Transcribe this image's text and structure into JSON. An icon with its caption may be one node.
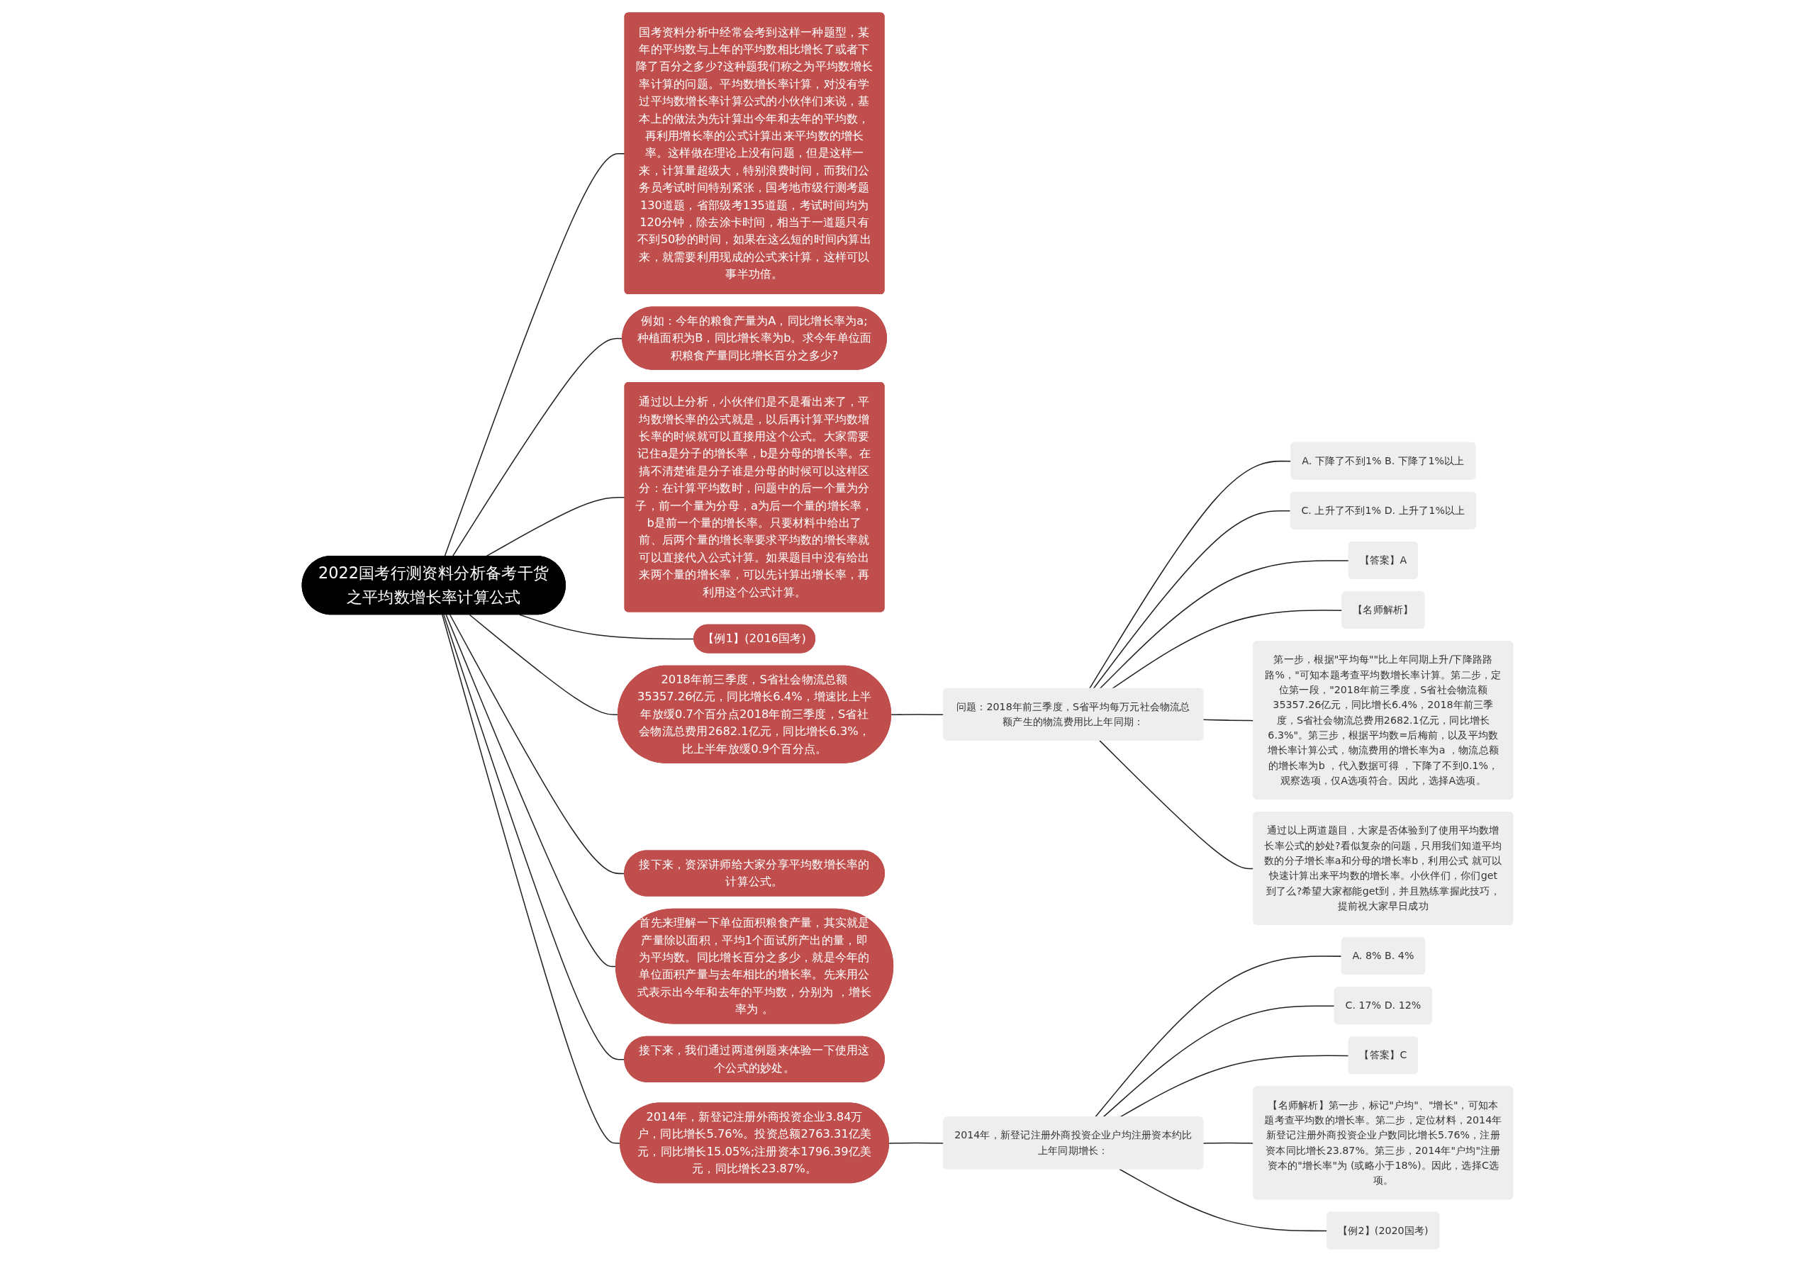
{
  "diagram": {
    "nodes": [
      {
        "text": [
          "2022国考行测资料分析备考干货之平均数增长率计算公式"
        ]
      },
      {
        "text": [
          "国考资料分析中经常会考到这样一种题型，某年的平均数与上年的平均数相比增长了或者下降了百分之多少?这种题我们称之为平均数增长率计算的问题。平均数增长率计算，对没有学过平均数增长率计算公式的小伙伴们来说，基本上的做法为先计算出今年和去年的平均数，再利用增长率的公式计算出来平均数的增长率。这样做在理论上没有问题，但是这样一来，计算量超级大，特别浪费时间，而我们公务员考试时间特别紧张，国考地市级行测考题130道题，省部级考135道题，考试时间均为120分钟，除去涂卡时间，相当于一道题只有不到50秒的时间，如果在这么短的时间内算出来，就需要利用现成的公式来计算，这样可以事半功倍。"
        ]
      },
      {
        "text": [
          "例如：今年的粮食产量为A，同比增长率为a;种植面积为B，同比增长率为b。求今年单位面积粮食产量同比增长百分之多少?"
        ]
      },
      {
        "text": [
          "通过以上分析，小伙伴们是不是看出来了，平均数增长率的公式就是，以后再计算平均数增长率的时候就可以直接用这个公式。大家需要记住a是分子的增长率，b是分母的增长率。在搞不清楚谁是分子谁是分母的时候可以这样区分：在计算平均数时，问题中的后一个量为分子，前一个量为分母，a为后一个量的增长率，b是前一个量的增长率。只要材料中给出了前、后两个量的增长率要求平均数的增长率就可以直接代入公式计算。如果题目中没有给出来两个量的增长率，可以先计算出增长率，再利用这个公式计算。"
        ]
      },
      {
        "text": [
          "【例1】(2016国考)"
        ]
      },
      {
        "text": [
          "2018年前三季度，S省社会物流总额35357.26亿元，同比增长6.4%，增速比上半年放缓0.7个百分点2018年前三季度，S省社会物流总费用2682.1亿元，同比增长6.3%，比上半年放缓0.9个百分点。"
        ]
      },
      {
        "text": [
          "问题：2018年前三季度，S省平均每万元社会物流总额产生的物流费用比上年同期："
        ]
      },
      {
        "text": [
          "A. 下降了不到1% B. 下降了1%以上"
        ]
      },
      {
        "text": [
          "C. 上升了不到1% D. 上升了1%以上"
        ]
      },
      {
        "text": [
          "【答案】A"
        ]
      },
      {
        "text": [
          "【名师解析】"
        ]
      },
      {
        "text": [
          "第一步，根据\"平均每\"\"比上年同期上升/下降路路路%，\"可知本题考查平均数增长率计算。第二步，定位第一段，\"2018年前三季度，S省社会物流额35357.26亿元，同比增长6.4%，2018年前三季度，S省社会物流总费用2682.1亿元，同比增长6.3%\"。第三步，根据平均数=后梅前，以及平均数增长率计算公式，物流费用的增长率为a ，物流总额的增长率为b ，代入数据可得 ，下降了不到0.1%，观察选项，仅A选项符合。因此，选择A选项。"
        ]
      },
      {
        "text": [
          "通过以上两道题目，大家是否体验到了使用平均数增长率公式的妙处?看似复杂的问题，只用我们知道平均数的分子增长率a和分母的增长率b，利用公式 就可以快速计算出来平均数的增长率。小伙伴们，你们get到了么?希望大家都能get到，并且熟练掌握此技巧，提前祝大家早日成功"
        ]
      },
      {
        "text": [
          "接下来，资深讲师给大家分享平均数增长率的计算公式。"
        ]
      },
      {
        "text": [
          "首先来理解一下单位面积粮食产量，其实就是产量除以面积，平均1个面试所产出的量，即为平均数。同比增长百分之多少，就是今年的单位面积产量与去年相比的增长率。先来用公式表示出今年和去年的平均数，分别为 ，增长率为 。"
        ]
      },
      {
        "text": [
          "接下来，我们通过两道例题来体验一下使用这个公式的妙处。"
        ]
      },
      {
        "text": [
          "2014年，新登记注册外商投资企业3.84万户，同比增长5.76%。投资总额2763.31亿美元，同比增长15.05%;注册资本1796.39亿美元，同比增长23.87%。"
        ]
      },
      {
        "text": [
          "2014年，新登记注册外商投资企业户均注册资本约比上年同期增长："
        ]
      },
      {
        "text": [
          "A. 8% B. 4%"
        ]
      },
      {
        "text": [
          "C. 17% D. 12%"
        ]
      },
      {
        "text": [
          "【答案】C"
        ]
      },
      {
        "text": [
          "【名师解析】第一步，标记\"户均\"、\"增长\"，可知本题考查平均数的增长率。第二步，定位材料，2014年新登记注册外商投资企业户数同比增长5.76%，注册资本同比增长23.87%。第三步，2014年\"户均\"注册资本的\"增长率\"为 (或略小于18%)。因此，选择C选项。"
        ]
      },
      {
        "text": [
          "【例2】(2020国考)"
        ]
      }
    ],
    "edges": [
      {
        "from": 0,
        "to": 1,
        "arrow": "none"
      },
      {
        "from": 0,
        "to": 2,
        "arrow": "none"
      },
      {
        "from": 0,
        "to": 3,
        "arrow": "none"
      },
      {
        "from": 0,
        "to": 4,
        "arrow": "none"
      },
      {
        "from": 0,
        "to": 5,
        "arrow": "none"
      },
      {
        "from": 5,
        "to": 6,
        "arrow": "none"
      },
      {
        "from": 6,
        "to": 7,
        "arrow": "none"
      },
      {
        "from": 6,
        "to": 8,
        "arrow": "none"
      },
      {
        "from": 6,
        "to": 9,
        "arrow": "none"
      },
      {
        "from": 6,
        "to": 10,
        "arrow": "none"
      },
      {
        "from": 6,
        "to": 11,
        "arrow": "none"
      },
      {
        "from": 6,
        "to": 12,
        "arrow": "none"
      },
      {
        "from": 0,
        "to": 13,
        "arrow": "none"
      },
      {
        "from": 0,
        "to": 14,
        "arrow": "none"
      },
      {
        "from": 0,
        "to": 15,
        "arrow": "none"
      },
      {
        "from": 0,
        "to": 16,
        "arrow": "none"
      },
      {
        "from": 16,
        "to": 17,
        "arrow": "none"
      },
      {
        "from": 17,
        "to": 18,
        "arrow": "none"
      },
      {
        "from": 17,
        "to": 19,
        "arrow": "none"
      },
      {
        "from": 17,
        "to": 20,
        "arrow": "none"
      },
      {
        "from": 17,
        "to": 21,
        "arrow": "none"
      },
      {
        "from": 17,
        "to": 22,
        "arrow": "none"
      }
    ]
  }
}
